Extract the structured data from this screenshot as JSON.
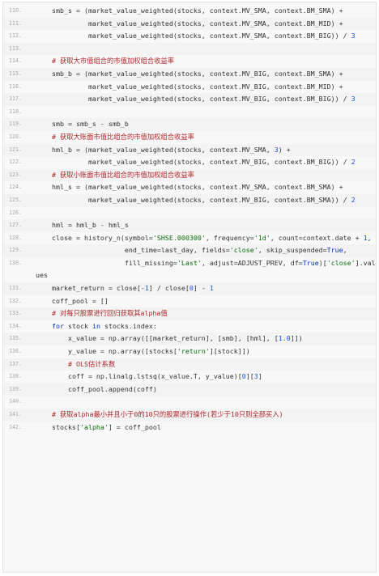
{
  "editor": {
    "lines": [
      {
        "no": "110.",
        "segs": [
          {
            "t": "    smb_s = (market_value_weighted(stocks, context.MV_SMA, context.BM_SMA) +"
          }
        ]
      },
      {
        "no": "111.",
        "segs": [
          {
            "t": "             market_value_weighted(stocks, context.MV_SMA, context.BM_MID) +"
          }
        ]
      },
      {
        "no": "112.",
        "segs": [
          {
            "t": "             market_value_weighted(stocks, context.MV_SMA, context.BM_BIG)) / "
          },
          {
            "t": "3",
            "c": "num"
          }
        ]
      },
      {
        "no": "113.",
        "segs": [
          {
            "t": ""
          }
        ]
      },
      {
        "no": "114.",
        "segs": [
          {
            "t": "    "
          },
          {
            "t": "# 获取大市值组合的市值加权组合收益率",
            "c": "cm"
          }
        ]
      },
      {
        "no": "115.",
        "segs": [
          {
            "t": "    smb_b = (market_value_weighted(stocks, context.MV_BIG, context.BM_SMA) +"
          }
        ]
      },
      {
        "no": "116.",
        "segs": [
          {
            "t": "             market_value_weighted(stocks, context.MV_BIG, context.BM_MID) +"
          }
        ]
      },
      {
        "no": "117.",
        "segs": [
          {
            "t": "             market_value_weighted(stocks, context.MV_BIG, context.BM_BIG)) / "
          },
          {
            "t": "3",
            "c": "num"
          }
        ]
      },
      {
        "no": "118.",
        "segs": [
          {
            "t": ""
          }
        ]
      },
      {
        "no": "119.",
        "segs": [
          {
            "t": "    smb = smb_s - smb_b"
          }
        ]
      },
      {
        "no": "120.",
        "segs": [
          {
            "t": "    "
          },
          {
            "t": "# 获取大账面市值比组合的市值加权组合收益率",
            "c": "cm"
          }
        ]
      },
      {
        "no": "121.",
        "segs": [
          {
            "t": "    hml_b = (market_value_weighted(stocks, context.MV_SMA, "
          },
          {
            "t": "3",
            "c": "num"
          },
          {
            "t": ") +"
          }
        ]
      },
      {
        "no": "122.",
        "segs": [
          {
            "t": "             market_value_weighted(stocks, context.MV_BIG, context.BM_BIG)) / "
          },
          {
            "t": "2",
            "c": "num"
          }
        ]
      },
      {
        "no": "123.",
        "segs": [
          {
            "t": "    "
          },
          {
            "t": "# 获取小账面市值比组合的市值加权组合收益率",
            "c": "cm"
          }
        ]
      },
      {
        "no": "124.",
        "segs": [
          {
            "t": "    hml_s = (market_value_weighted(stocks, context.MV_SMA, context.BM_SMA) +"
          }
        ]
      },
      {
        "no": "125.",
        "segs": [
          {
            "t": "             market_value_weighted(stocks, context.MV_BIG, context.BM_SMA)) / "
          },
          {
            "t": "2",
            "c": "num"
          }
        ]
      },
      {
        "no": "126.",
        "segs": [
          {
            "t": ""
          }
        ]
      },
      {
        "no": "127.",
        "segs": [
          {
            "t": "    hml = hml_b - hml_s"
          }
        ]
      },
      {
        "no": "128.",
        "segs": [
          {
            "t": "    close = history_n(symbol="
          },
          {
            "t": "'SHSE.000300'",
            "c": "str"
          },
          {
            "t": ", frequency="
          },
          {
            "t": "'1d'",
            "c": "str"
          },
          {
            "t": ", count=context.date + "
          },
          {
            "t": "1",
            "c": "num"
          },
          {
            "t": ","
          }
        ]
      },
      {
        "no": "129.",
        "segs": [
          {
            "t": "                      end_time=last_day, fields="
          },
          {
            "t": "'close'",
            "c": "str"
          },
          {
            "t": ", skip_suspended="
          },
          {
            "t": "True",
            "c": "bool"
          },
          {
            "t": ","
          }
        ]
      },
      {
        "no": "130.",
        "segs": [
          {
            "t": "                      fill_missing="
          },
          {
            "t": "'Last'",
            "c": "str"
          },
          {
            "t": ", adjust=ADJUST_PREV, df="
          },
          {
            "t": "True",
            "c": "bool"
          },
          {
            "t": ")["
          },
          {
            "t": "'close'",
            "c": "str"
          },
          {
            "t": "].values"
          }
        ]
      },
      {
        "no": "131.",
        "segs": [
          {
            "t": "    market_return = close[-"
          },
          {
            "t": "1",
            "c": "num"
          },
          {
            "t": "] / close["
          },
          {
            "t": "0",
            "c": "num"
          },
          {
            "t": "] - "
          },
          {
            "t": "1",
            "c": "num"
          }
        ]
      },
      {
        "no": "132.",
        "segs": [
          {
            "t": "    coff_pool = []"
          }
        ]
      },
      {
        "no": "133.",
        "segs": [
          {
            "t": "    "
          },
          {
            "t": "# 对每只股票进行回归获取其alpha值",
            "c": "cm"
          }
        ]
      },
      {
        "no": "134.",
        "segs": [
          {
            "t": "    "
          },
          {
            "t": "for",
            "c": "kw"
          },
          {
            "t": " stock "
          },
          {
            "t": "in",
            "c": "kw"
          },
          {
            "t": " stocks.index:"
          }
        ]
      },
      {
        "no": "135.",
        "segs": [
          {
            "t": "        x_value = np.array([[market_return], [smb], [hml], ["
          },
          {
            "t": "1.0",
            "c": "num"
          },
          {
            "t": "]])"
          }
        ]
      },
      {
        "no": "136.",
        "segs": [
          {
            "t": "        y_value = np.array([stocks["
          },
          {
            "t": "'return'",
            "c": "str"
          },
          {
            "t": "][stock]])"
          }
        ]
      },
      {
        "no": "137.",
        "segs": [
          {
            "t": "        "
          },
          {
            "t": "# OLS估计系数",
            "c": "cm"
          }
        ]
      },
      {
        "no": "138.",
        "segs": [
          {
            "t": "        coff = np.linalg.lstsq(x_value.T, y_value)["
          },
          {
            "t": "0",
            "c": "num"
          },
          {
            "t": "]["
          },
          {
            "t": "3",
            "c": "num"
          },
          {
            "t": "]"
          }
        ]
      },
      {
        "no": "139.",
        "segs": [
          {
            "t": "        coff_pool.append(coff)"
          }
        ]
      },
      {
        "no": "140.",
        "segs": [
          {
            "t": ""
          }
        ]
      },
      {
        "no": "141.",
        "segs": [
          {
            "t": "    "
          },
          {
            "t": "# 获取alpha最小并且小于0的10只的股票进行操作(若少于10只则全部买入)",
            "c": "cm"
          }
        ]
      },
      {
        "no": "142.",
        "segs": [
          {
            "t": "    stocks["
          },
          {
            "t": "'alpha'",
            "c": "str"
          },
          {
            "t": "] = coff_pool"
          }
        ]
      }
    ]
  }
}
